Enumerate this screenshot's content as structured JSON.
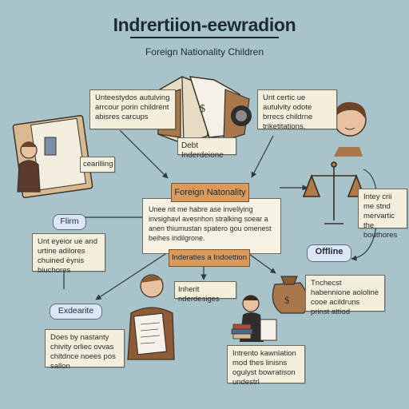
{
  "header": {
    "title": "Indrertiion-eewradion",
    "subtitle": "Foreign Nationality Children"
  },
  "notes": {
    "top_left": "Unteestydos autulving arrcour porin childrent abisres carcups",
    "top_right": "Unt certic ue autulvity odote brrecs childrne triketitations.",
    "right_mid": "Intey crii me stnd mervartic the bouthores",
    "left_mid": "Unt eyeior ue and urtine adilores chuined ėynis biuchores",
    "bottom_left": "Does by nastanty chivity orliec ovvas chitdnce noees pos sallon",
    "bottom_right": "Intrento kawnlation mod thes linisns ogulyst bowratison undestrl",
    "right_lower": "Tnchecst habennione aololine cooe acildruns prinst attiod"
  },
  "labels": {
    "debt": "Debt Inderdeione",
    "cearilling": "cearilling",
    "inherit": "Inherit nderdesiges"
  },
  "tags": {
    "firm": "Flirm",
    "exdearite": "Exdearite",
    "offline": "Offline"
  },
  "center": {
    "title": "Foreign Natonality",
    "text": "Unee nit me habre ase invellying invsighavl avesnhon stralking soear a anen thiumustan spatero gou omenest beihes indilgrone.",
    "sub": "Inderaties a Indoettion"
  },
  "colors": {
    "background": "#a9c3cb",
    "accent": "#d99a5b",
    "note_bg": "#f4efdc",
    "tag_bg": "#dce6f4"
  }
}
